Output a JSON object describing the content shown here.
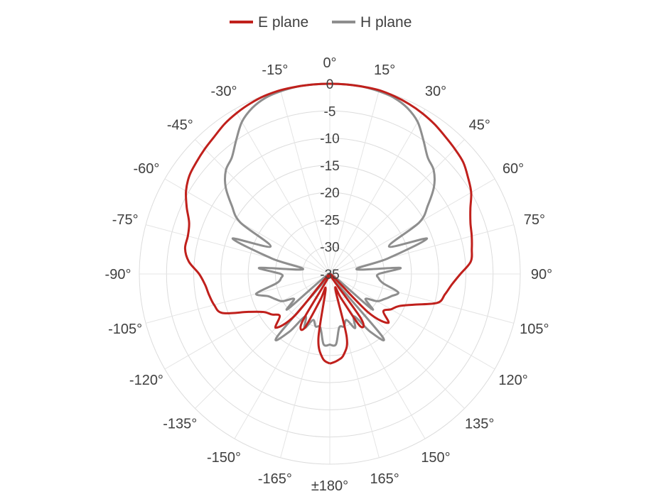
{
  "chart_data": {
    "type": "polar-line",
    "title": "",
    "radial_axis": {
      "min": -35,
      "max": 0,
      "tick_labels": [
        "0",
        "-5",
        "-10",
        "-15",
        "-20",
        "-25",
        "-30",
        "-35"
      ]
    },
    "angular_axis": {
      "direction": "clockwise",
      "zero_at": "top",
      "tick_labels": [
        "0°",
        "15°",
        "30°",
        "45°",
        "60°",
        "75°",
        "90°",
        "105°",
        "120°",
        "135°",
        "150°",
        "165°",
        "±180°",
        "-165°",
        "-150°",
        "-135°",
        "-120°",
        "-105°",
        "-90°",
        "-75°",
        "-60°",
        "-45°",
        "-30°",
        "-15°"
      ]
    },
    "grid": true,
    "legend": {
      "position": "top"
    },
    "series": [
      {
        "name": "E plane",
        "color": "#c0201c",
        "angles_deg": [
          -180,
          -175,
          -170,
          -165,
          -160,
          -155,
          -150,
          -145,
          -140,
          -135,
          -130,
          -125,
          -120,
          -115,
          -110,
          -105,
          -100,
          -95,
          -90,
          -85,
          -80,
          -75,
          -70,
          -65,
          -60,
          -55,
          -50,
          -45,
          -40,
          -35,
          -30,
          -25,
          -20,
          -15,
          -10,
          -5,
          0,
          5,
          10,
          15,
          20,
          25,
          30,
          35,
          40,
          45,
          50,
          55,
          60,
          65,
          70,
          75,
          80,
          85,
          90,
          95,
          100,
          105,
          110,
          115,
          120,
          125,
          130,
          135,
          140,
          145,
          150,
          155,
          160,
          165,
          170,
          175,
          180
        ],
        "values_db": [
          -18.5,
          -19.5,
          -23,
          -32,
          -30,
          -24,
          -25,
          -35,
          -25,
          -21,
          -23,
          -22,
          -21,
          -18.5,
          -14,
          -13,
          -12.5,
          -12,
          -11,
          -9,
          -8,
          -8,
          -7.5,
          -6,
          -4.5,
          -3.5,
          -3,
          -2.5,
          -2,
          -1.3,
          -0.8,
          -0.4,
          -0.1,
          0,
          0,
          0,
          0,
          0,
          0,
          0,
          -0.2,
          -0.5,
          -0.9,
          -1.4,
          -2,
          -2.5,
          -3,
          -4,
          -5,
          -6.5,
          -7.5,
          -8,
          -8.5,
          -9,
          -11,
          -12.5,
          -13.5,
          -14.5,
          -18.5,
          -21,
          -22,
          -23,
          -21,
          -25,
          -35,
          -25,
          -24,
          -30,
          -32,
          -23,
          -20,
          -19,
          -18.5
        ]
      },
      {
        "name": "H plane",
        "color": "#8e8e8e",
        "angles_deg": [
          -180,
          -175,
          -170,
          -165,
          -160,
          -155,
          -150,
          -145,
          -140,
          -135,
          -130,
          -125,
          -120,
          -115,
          -110,
          -105,
          -100,
          -95,
          -90,
          -85,
          -80,
          -75,
          -70,
          -65,
          -60,
          -55,
          -50,
          -45,
          -40,
          -35,
          -30,
          -25,
          -20,
          -15,
          -10,
          -5,
          0,
          5,
          10,
          15,
          20,
          25,
          30,
          35,
          40,
          45,
          50,
          55,
          60,
          65,
          70,
          75,
          80,
          85,
          90,
          95,
          100,
          105,
          110,
          115,
          120,
          125,
          130,
          135,
          140,
          145,
          150,
          155,
          160,
          165,
          170,
          175,
          180
        ],
        "values_db": [
          -22,
          -22,
          -25,
          -25,
          -26,
          -24,
          -26,
          -22,
          -20,
          -35,
          -25,
          -27,
          -25,
          -24,
          -23,
          -21,
          -25,
          -26,
          -26,
          -22,
          -30,
          -24,
          -16,
          -23,
          -16,
          -13,
          -10,
          -8,
          -7,
          -5,
          -2.7,
          -1.3,
          -0.5,
          -0.2,
          0,
          0,
          0,
          0,
          0,
          -0.2,
          -0.5,
          -1.3,
          -2.7,
          -5,
          -7,
          -8,
          -10,
          -13,
          -16,
          -23,
          -16,
          -24,
          -30,
          -22,
          -26,
          -26,
          -25,
          -22,
          -23,
          -24,
          -25,
          -27,
          -25,
          -35,
          -20,
          -22,
          -26,
          -24,
          -26,
          -25,
          -25,
          -22,
          -22
        ]
      }
    ]
  }
}
